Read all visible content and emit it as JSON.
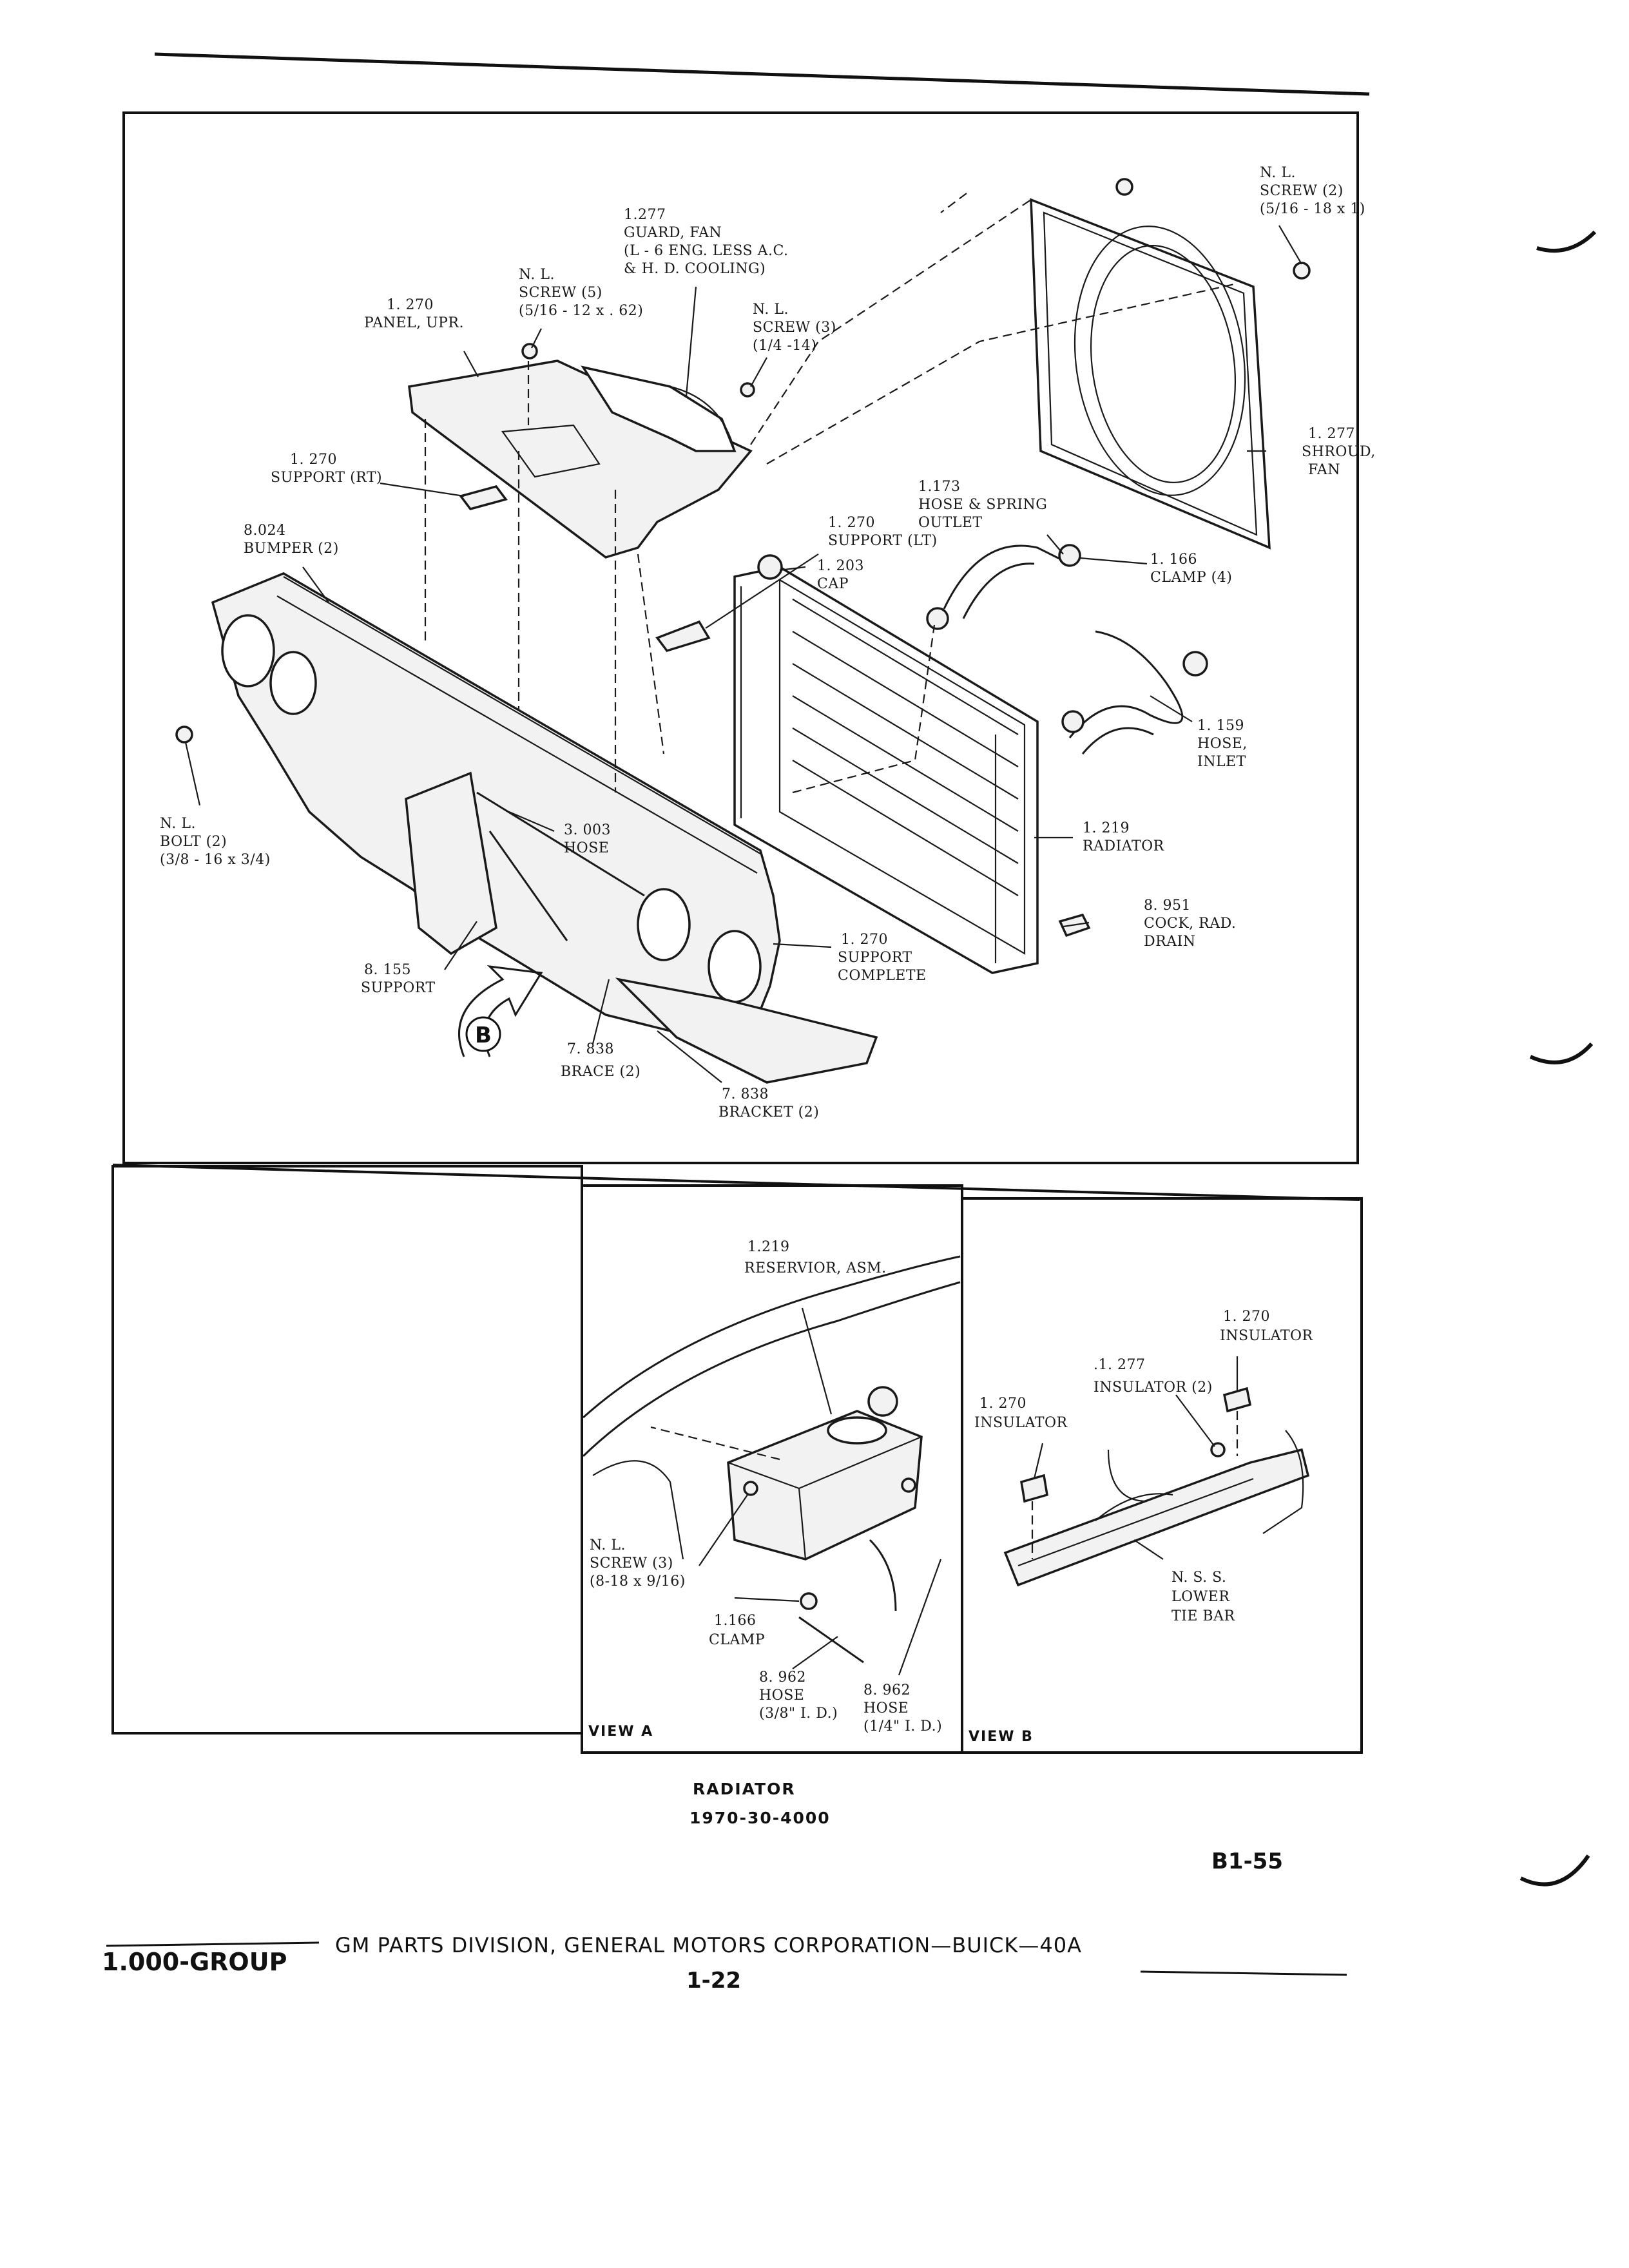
{
  "labels": {
    "guard_fan": [
      "1.277",
      "GUARD, FAN",
      "(L - 6 ENG. LESS A.C.",
      "& H. D. COOLING)"
    ],
    "screw_shroud": [
      "N. L.",
      "SCREW (2)",
      "(5/16 - 18 x 1)"
    ],
    "screw_5": [
      "N. L.",
      "SCREW (5)",
      "(5/16 - 12 x . 62)"
    ],
    "panel_upr": [
      "1. 270",
      "PANEL, UPR."
    ],
    "screw_3": [
      "N. L.",
      "SCREW (3)",
      "(1/4 -14)"
    ],
    "support_rt": [
      "1. 270",
      "SUPPORT (RT)"
    ],
    "shroud_fan": [
      "1. 277",
      "SHROUD,",
      "FAN"
    ],
    "hose_outlet": [
      "1.173",
      "HOSE & SPRING",
      "OUTLET"
    ],
    "support_lt": [
      "1. 270",
      "SUPPORT (LT)"
    ],
    "bumper": [
      "8.024",
      "BUMPER (2)"
    ],
    "cap": [
      "1. 203",
      "CAP"
    ],
    "clamp": [
      "1. 166",
      "CLAMP (4)"
    ],
    "hose_inlet": [
      "1. 159",
      "HOSE,",
      "INLET"
    ],
    "bolt": [
      "N. L.",
      "BOLT (2)",
      "(3/8 - 16 x 3/4)"
    ],
    "hose_3003": [
      "3. 003",
      "HOSE"
    ],
    "radiator": [
      "1. 219",
      "RADIATOR"
    ],
    "cock_drain": [
      "8. 951",
      "COCK, RAD.",
      "DRAIN"
    ],
    "support_complete": [
      "1. 270",
      "SUPPORT",
      "COMPLETE"
    ],
    "support_8155": [
      "8. 155",
      "SUPPORT"
    ],
    "brace": [
      "7. 838",
      "BRACE (2)"
    ],
    "bracket": [
      "7. 838",
      "BRACKET (2)"
    ],
    "reservior": [
      "1.219",
      "RESERVIOR, ASM."
    ],
    "screw_view_a": [
      "N. L.",
      "SCREW (3)",
      "(8-18 x 9/16)"
    ],
    "clamp_view_a": [
      "1.166",
      "CLAMP"
    ],
    "hose_38": [
      "8. 962",
      "HOSE",
      "(3/8\" I. D.)"
    ],
    "hose_14": [
      "8. 962",
      "HOSE",
      "(1/4\" I. D.)"
    ],
    "insulator_right": [
      "1. 270",
      "INSULATOR"
    ],
    "insulator_2": [
      ".1. 277",
      "INSULATOR (2)"
    ],
    "insulator_left": [
      "1. 270",
      "INSULATOR"
    ],
    "tie_bar": [
      "N. S. S.",
      "LOWER",
      "TIE BAR"
    ]
  },
  "view_marker": "B",
  "view_a": "VIEW A",
  "view_b": "VIEW B",
  "caption": {
    "title": "RADIATOR",
    "code": "1970-30-4000"
  },
  "page_id": "B1-55",
  "footer": {
    "group": "1.000-GROUP",
    "text": "GM PARTS DIVISION, GENERAL MOTORS CORPORATION—BUICK—40A",
    "page": "1-22"
  }
}
